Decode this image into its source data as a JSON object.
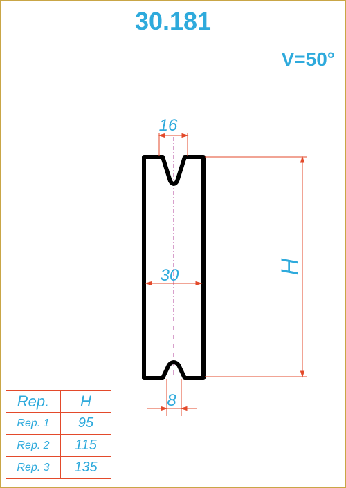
{
  "title": "30.181",
  "angle": "V=50°",
  "dimensions": {
    "top_width": "16",
    "body_width": "30",
    "bottom_width": "8",
    "height": "H"
  },
  "table": {
    "headers": [
      "Rep.",
      "H"
    ],
    "rows": [
      {
        "rep": "Rep. 1",
        "h": "95"
      },
      {
        "rep": "Rep. 2",
        "h": "115"
      },
      {
        "rep": "Rep. 3",
        "h": "135"
      }
    ]
  },
  "colors": {
    "text": "#2eaadc",
    "dimension_lines": "#e34a2b",
    "profile": "#000000",
    "center_line": "#b0409a",
    "frame": "#c9a646"
  }
}
